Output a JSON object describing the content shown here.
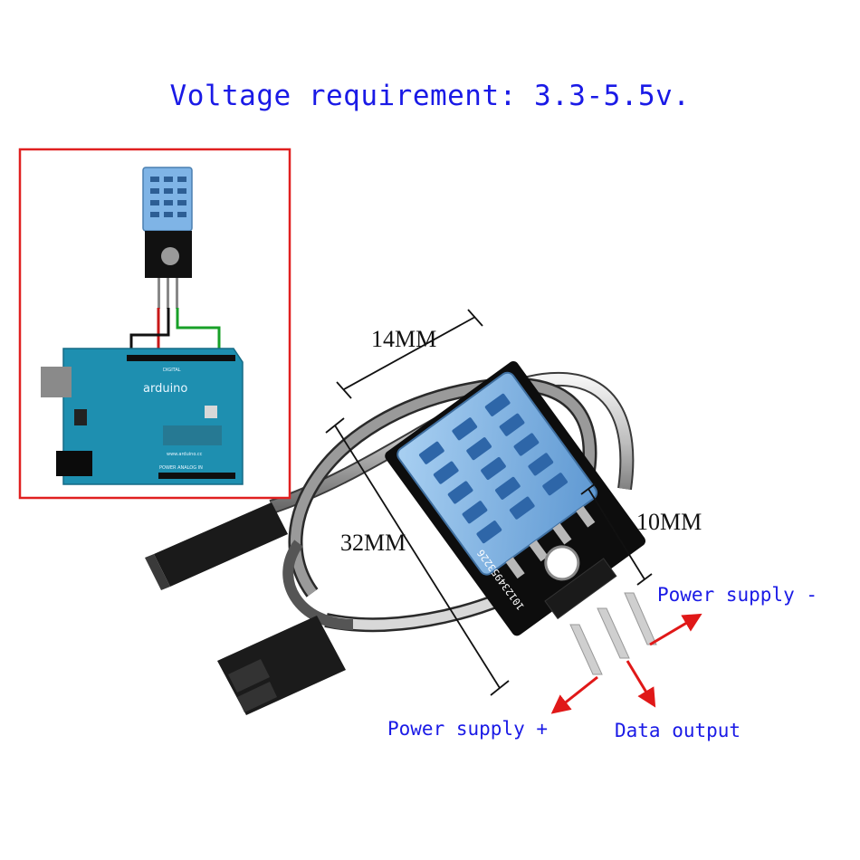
{
  "title": "Voltage requirement: 3.3-5.5v.",
  "dimensions": {
    "width": "14MM",
    "length": "32MM",
    "height": "10MM"
  },
  "pin_labels": {
    "power_minus": "Power supply -",
    "power_plus": "Power supply +",
    "data": "Data output"
  },
  "inset": {
    "board_text": "arduino",
    "digital_text": "DIGITAL",
    "power_text": "POWER   ANALOG IN",
    "url_text": "www.arduino.cc"
  },
  "module_text": "101234953226",
  "colors": {
    "label_blue": "#1a1ae6",
    "inset_border": "#e02020",
    "sensor_blue": "#7fb4e6",
    "arrow_red": "#e01818",
    "board_teal": "#1e8fb0"
  }
}
